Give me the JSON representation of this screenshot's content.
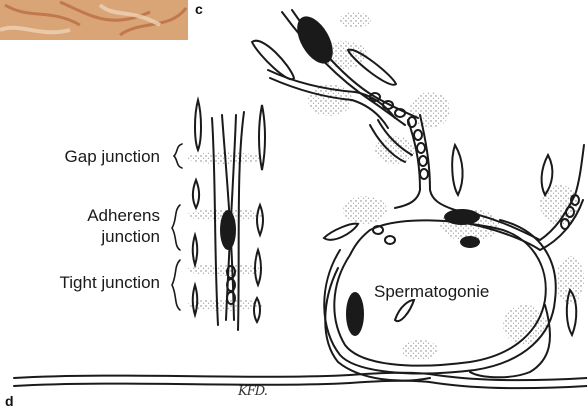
{
  "panels": {
    "c": "c",
    "d": "d"
  },
  "labels": {
    "gap_junction": "Gap junction",
    "adherens_line1": "Adherens",
    "adherens_line2": "junction",
    "tight_junction": "Tight junction",
    "spermatogonie": "Spermatogonie"
  },
  "signature": "KFD.",
  "colors": {
    "photo_fill": "#d9a577",
    "photo_stain": "#b5653a",
    "ink": "#1a1a1a",
    "stipple": "#6e6e6e"
  }
}
